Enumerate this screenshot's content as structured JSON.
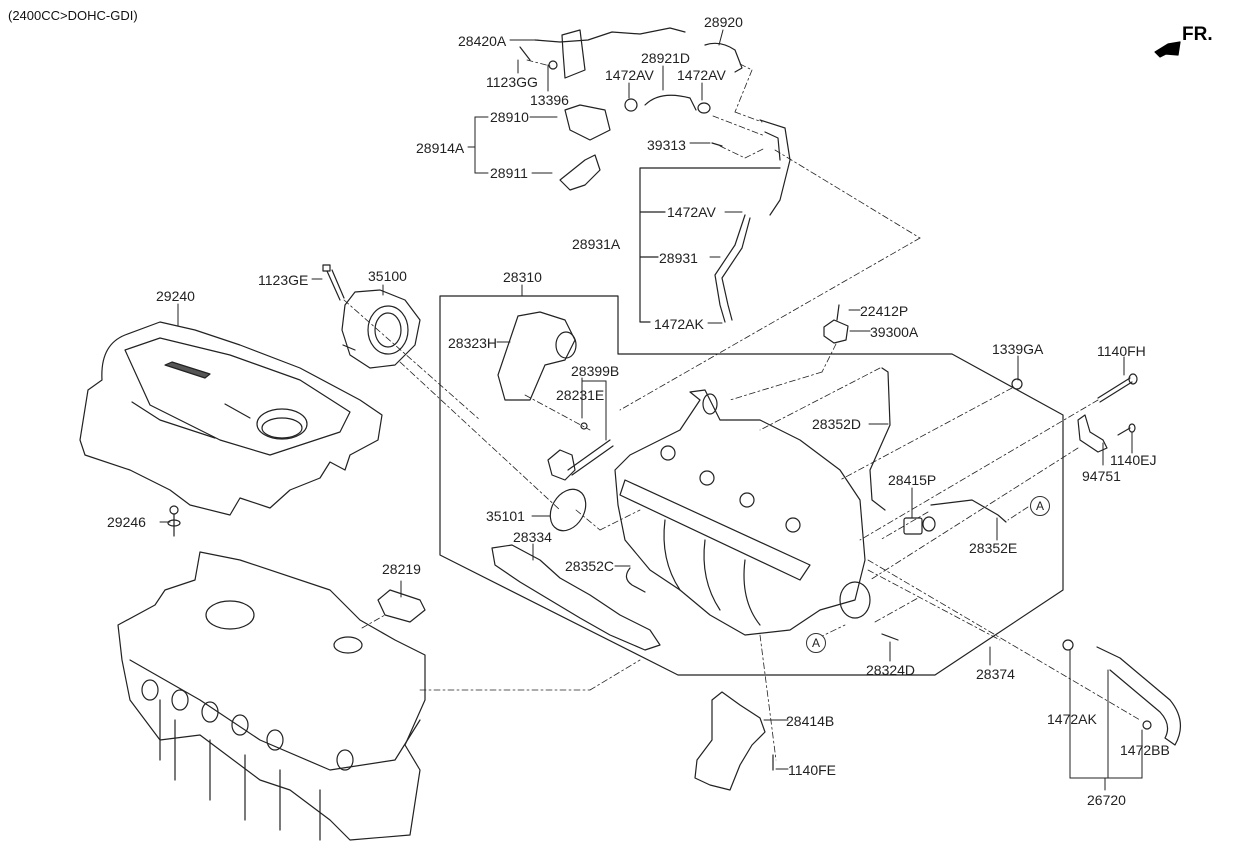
{
  "header": {
    "engine_spec": "(2400CC>DOHC-GDI)",
    "direction_label": "FR."
  },
  "reference_marker": "A",
  "parts": {
    "p28420A": "28420A",
    "p1123GG": "1123GG",
    "p13396": "13396",
    "p28920": "28920",
    "p28921D": "28921D",
    "p1472AV_a": "1472AV",
    "p1472AV_b": "1472AV",
    "p28910": "28910",
    "p28914A": "28914A",
    "p28911": "28911",
    "p39313": "39313",
    "p28931A": "28931A",
    "p1472AV_c": "1472AV",
    "p28931": "28931",
    "p1472AK_a": "1472AK",
    "p1123GE": "1123GE",
    "p35100": "35100",
    "p29240": "29240",
    "p28310": "28310",
    "p28323H": "28323H",
    "p28399B": "28399B",
    "p28231E": "28231E",
    "p22412P": "22412P",
    "p39300A": "39300A",
    "p1339GA": "1339GA",
    "p1140FH": "1140FH",
    "p28352D": "28352D",
    "p1140EJ": "1140EJ",
    "p94751": "94751",
    "p28415P": "28415P",
    "p28352E": "28352E",
    "p29246": "29246",
    "p35101": "35101",
    "p28334": "28334",
    "p28352C": "28352C",
    "p28219": "28219",
    "p28324D": "28324D",
    "p28374": "28374",
    "p28414B": "28414B",
    "p1140FE": "1140FE",
    "p1472AK_b": "1472AK",
    "p1472BB": "1472BB",
    "p26720": "26720"
  }
}
